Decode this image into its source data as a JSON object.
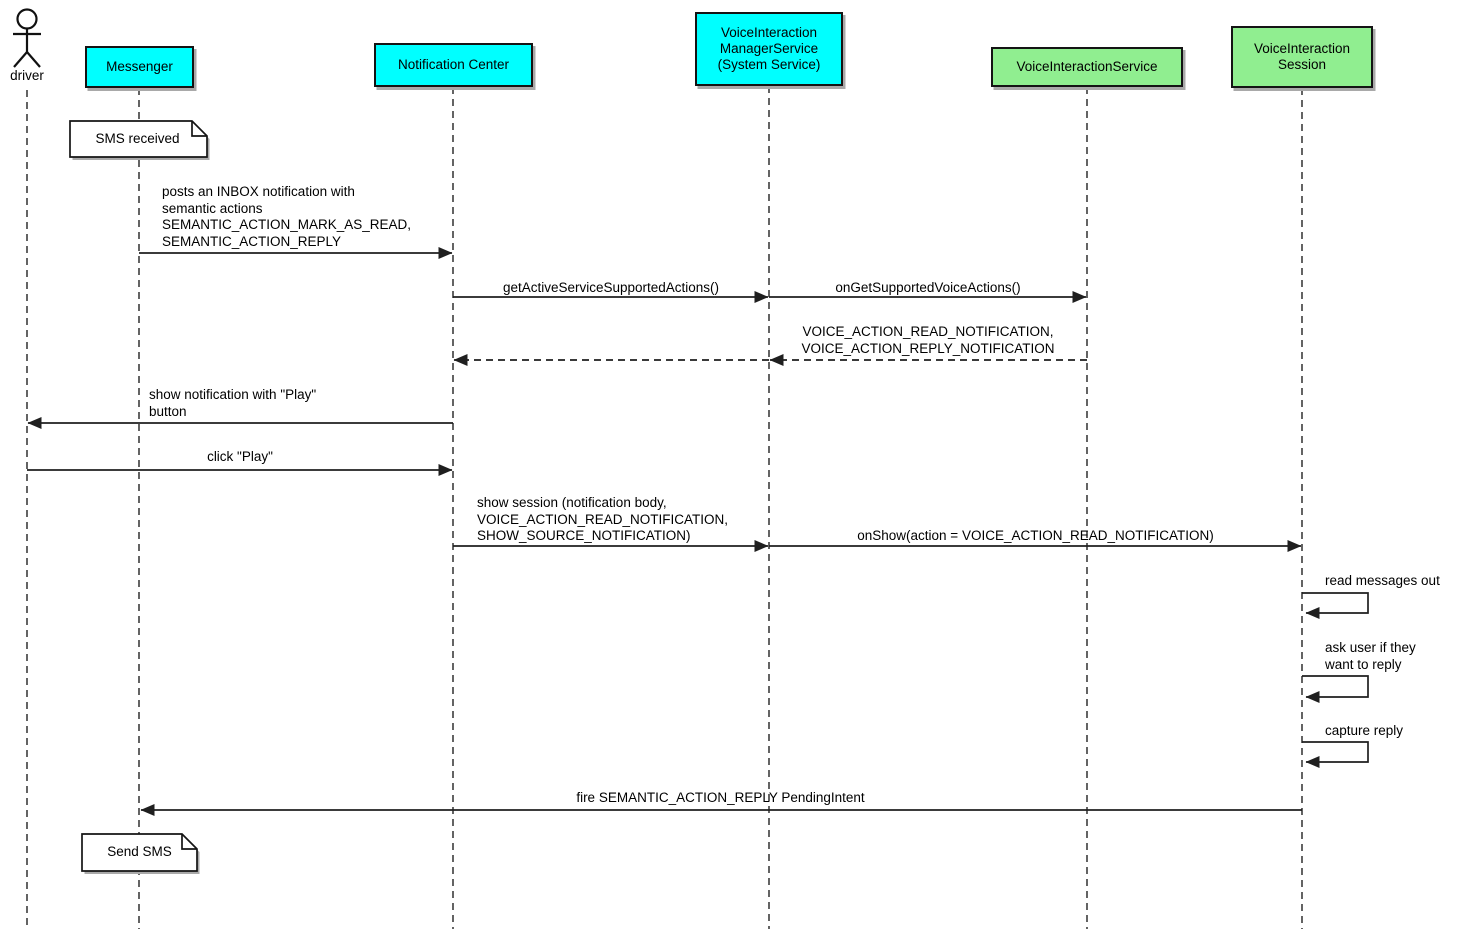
{
  "diagram": {
    "type": "uml-sequence",
    "actor": {
      "label": "driver"
    },
    "participants": [
      {
        "id": "messenger",
        "label": "Messenger",
        "color": "#00FFFF"
      },
      {
        "id": "notification-center",
        "label": "Notification Center",
        "color": "#00FFFF"
      },
      {
        "id": "voice-interaction-manager-service",
        "label": "VoiceInteraction\nManagerService\n(System Service)",
        "color": "#00FFFF"
      },
      {
        "id": "voice-interaction-service",
        "label": "VoiceInteractionService",
        "color": "#90EE90"
      },
      {
        "id": "voice-interaction-session",
        "label": "VoiceInteraction\nSession",
        "color": "#90EE90"
      }
    ],
    "notes": [
      {
        "text": "SMS received",
        "attached_to": "Messenger"
      },
      {
        "text": "Send SMS",
        "attached_to": "Messenger"
      }
    ],
    "messages": [
      {
        "from": "Messenger",
        "to": "Notification Center",
        "style": "solid",
        "label": "posts an INBOX notification with\nsemantic actions\nSEMANTIC_ACTION_MARK_AS_READ,\nSEMANTIC_ACTION_REPLY"
      },
      {
        "from": "Notification Center",
        "to": "VoiceInteractionManagerService",
        "style": "solid",
        "label": "getActiveServiceSupportedActions()"
      },
      {
        "from": "VoiceInteractionManagerService",
        "to": "VoiceInteractionService",
        "style": "solid",
        "label": "onGetSupportedVoiceActions()"
      },
      {
        "from": "VoiceInteractionService",
        "to": "VoiceInteractionManagerService",
        "style": "dashed",
        "label": "VOICE_ACTION_READ_NOTIFICATION,\nVOICE_ACTION_REPLY_NOTIFICATION"
      },
      {
        "from": "VoiceInteractionManagerService",
        "to": "Notification Center",
        "style": "dashed",
        "label": ""
      },
      {
        "from": "Notification Center",
        "to": "driver",
        "style": "solid",
        "label": "show notification with \"Play\"\nbutton"
      },
      {
        "from": "driver",
        "to": "Notification Center",
        "style": "solid",
        "label": "click \"Play\""
      },
      {
        "from": "Notification Center",
        "to": "VoiceInteractionManagerService",
        "style": "solid",
        "label": "show session (notification body,\nVOICE_ACTION_READ_NOTIFICATION,\nSHOW_SOURCE_NOTIFICATION)"
      },
      {
        "from": "VoiceInteractionManagerService",
        "to": "VoiceInteractionSession",
        "style": "solid",
        "label": "onShow(action = VOICE_ACTION_READ_NOTIFICATION)"
      },
      {
        "from": "VoiceInteractionSession",
        "to": "VoiceInteractionSession",
        "style": "self",
        "label": "read messages out"
      },
      {
        "from": "VoiceInteractionSession",
        "to": "VoiceInteractionSession",
        "style": "self",
        "label": "ask user if they\nwant to reply"
      },
      {
        "from": "VoiceInteractionSession",
        "to": "VoiceInteractionSession",
        "style": "self",
        "label": "capture reply"
      },
      {
        "from": "VoiceInteractionSession",
        "to": "Messenger",
        "style": "solid",
        "label": "fire SEMANTIC_ACTION_REPLY PendingIntent"
      }
    ],
    "colors": {
      "participant_cyan": "#00FFFF",
      "participant_green": "#90EE90",
      "line": "#1F1F1F",
      "note_fill": "#FFFFFF",
      "shadow": "#A9A9A9"
    }
  }
}
